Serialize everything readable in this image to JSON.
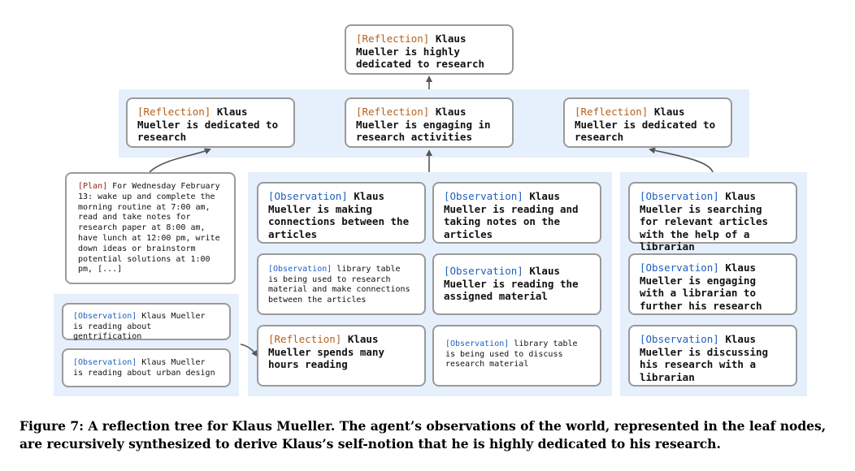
{
  "root": {
    "tag": "[Reflection]",
    "text": " Klaus Mueller is highly dedicated to research"
  },
  "level2": [
    {
      "tag": "[Reflection]",
      "text": " Klaus Mueller is dedicated to research"
    },
    {
      "tag": "[Reflection]",
      "text": " Klaus Mueller is engaging in research activities"
    },
    {
      "tag": "[Reflection]",
      "text": " Klaus Mueller is dedicated to research"
    }
  ],
  "plan": {
    "tag": "[Plan]",
    "text": " For Wednesday February 13: wake up and complete the morning routine at 7:00 am, read and take notes for research paper at 8:00 am, have lunch at 12:00 pm, write down ideas or brainstorm potential solutions at 1:00 pm, [...]"
  },
  "left_group": [
    {
      "tag": "[Observation]",
      "text": " Klaus Mueller is reading about gentrification"
    },
    {
      "tag": "[Observation]",
      "text": " Klaus Mueller is reading about urban design"
    }
  ],
  "middle_left": [
    {
      "tag": "[Observation]",
      "text": " Klaus Mueller is making connections between the articles"
    },
    {
      "tag": "[Observation]",
      "text": " library table is being used to research material and make connections between the articles"
    },
    {
      "tag": "[Reflection]",
      "text": " Klaus Mueller spends many hours reading"
    }
  ],
  "middle_right": [
    {
      "tag": "[Observation]",
      "text": " Klaus Mueller is reading and taking notes on the articles"
    },
    {
      "tag": "[Observation]",
      "text": " Klaus Mueller is reading the assigned material"
    },
    {
      "tag": "[Observation]",
      "text": " library table is being used to discuss research material"
    }
  ],
  "right_group": [
    {
      "tag": "[Observation]",
      "text": " Klaus Mueller is searching for relevant articles with the help of a librarian"
    },
    {
      "tag": "[Observation]",
      "text": " Klaus Mueller is engaging with a librarian to further his research"
    },
    {
      "tag": "[Observation]",
      "text": " Klaus Mueller is discussing his research with a librarian"
    }
  ],
  "caption": "Figure 7: A reflection tree for Klaus Mueller. The agent’s observations of the world, represented in the leaf nodes, are recursively synthesized to derive Klaus’s self-notion that he is highly dedicated to his research.",
  "colors": {
    "reflection_tag": "#b5601c",
    "observation_tag": "#1f5fbf",
    "plan_tag": "#8b2a1a",
    "group_background": "#e6f0fc",
    "node_border": "#9a9a9a",
    "arrow": "#555555"
  }
}
